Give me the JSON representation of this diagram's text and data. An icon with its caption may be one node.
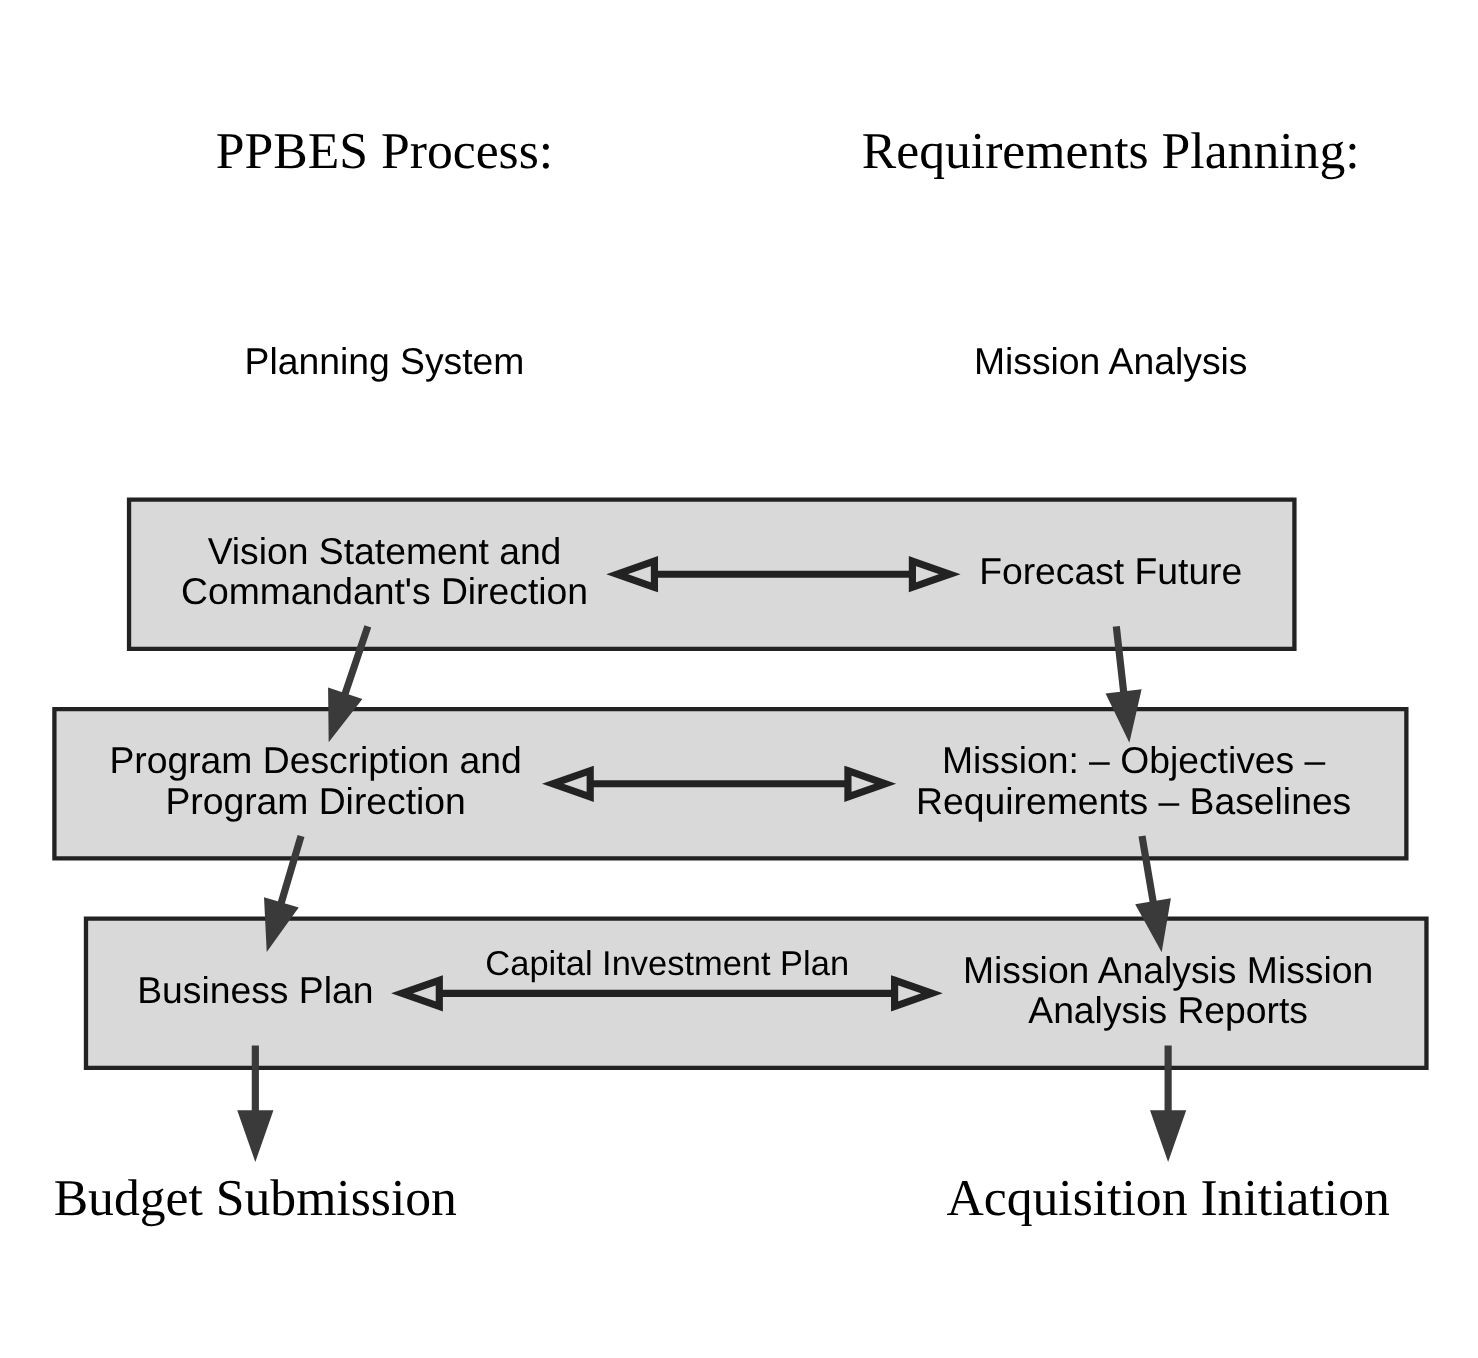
{
  "diagram": {
    "nodes": [
      {
        "text": [],
        "shape": "box"
      },
      {
        "text": [
          "Vision Statement and Commandant's Direction"
        ],
        "in": 0
      },
      {
        "text": [
          "Forecast Future"
        ],
        "in": 0
      },
      {
        "text": [],
        "shape": "box"
      },
      {
        "text": [
          "Program Description and Program Direction"
        ],
        "in": 3
      },
      {
        "text": [
          "Mission: – Objectives – Requirements – Baselines"
        ],
        "in": 3
      },
      {
        "text": [],
        "shape": "box"
      },
      {
        "text": [
          "Business Plan"
        ],
        "in": 6
      },
      {
        "text": [
          "Mission Analysis Mission Analysis Reports"
        ],
        "in": 6
      },
      {
        "text": [
          "Budget Submission"
        ]
      },
      {
        "text": [
          "Acquisition Initiation"
        ]
      }
    ],
    "edges": [
      {
        "from": 1,
        "to": 2,
        "arrow": "both"
      },
      {
        "from": 1,
        "to": 4,
        "arrow": "to"
      },
      {
        "from": 2,
        "to": 5,
        "arrow": "to"
      },
      {
        "from": 4,
        "to": 5,
        "arrow": "both"
      },
      {
        "from": 4,
        "to": 7,
        "arrow": "to"
      },
      {
        "from": 5,
        "to": 8,
        "arrow": "to"
      },
      {
        "from": 7,
        "to": 8,
        "label": "Capital Investment Plan",
        "arrow": "both"
      },
      {
        "from": 7,
        "to": 9,
        "arrow": "to"
      },
      {
        "from": 8,
        "to": 10,
        "arrow": "to"
      }
    ],
    "labels": [
      "PPBES Process:",
      "Requirements Planning:",
      "Planning System",
      "Mission Analysis"
    ]
  }
}
